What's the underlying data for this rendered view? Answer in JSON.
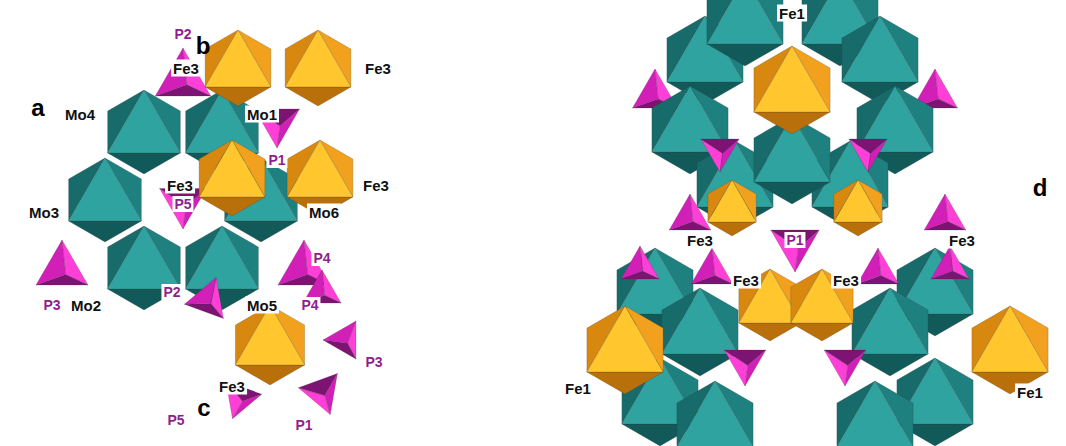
{
  "diagram": {
    "labels": [
      "a",
      "P2",
      "Mo4",
      "Mo1",
      "Mo3",
      "P5",
      "Mo6",
      "P3",
      "Mo2",
      "Mo5",
      "P4",
      "b",
      "Fe3",
      "Fe3",
      "P1",
      "Fe3",
      "Fe3",
      "P2",
      "P4",
      "P3",
      "Fe3",
      "P5",
      "c",
      "P1",
      "Fe1",
      "d",
      "Fe3",
      "Fe3",
      "P1",
      "Fe3",
      "Fe3",
      "Fe1",
      "Fe1"
    ]
  }
}
